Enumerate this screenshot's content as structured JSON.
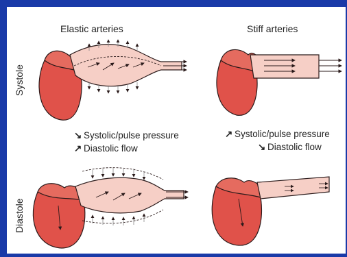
{
  "headers": {
    "left": "Elastic arteries",
    "right": "Stiff arteries"
  },
  "rows": {
    "top": "Systole",
    "bottom": "Diastole"
  },
  "notes": {
    "left": [
      {
        "arrow": "↘",
        "text": "Systolic/pulse pressure"
      },
      {
        "arrow": "↗",
        "text": "Diastolic flow"
      }
    ],
    "right": [
      {
        "arrow": "↗",
        "text": "Systolic/pulse pressure"
      },
      {
        "arrow": "↘",
        "text": "Diastolic flow"
      }
    ]
  },
  "colors": {
    "border": "#1a3aa8",
    "heart_fill": "#e0524a",
    "heart_light": "#f5c2b8",
    "artery_fill": "#f6cfc6",
    "stroke": "#2a1a1a"
  }
}
